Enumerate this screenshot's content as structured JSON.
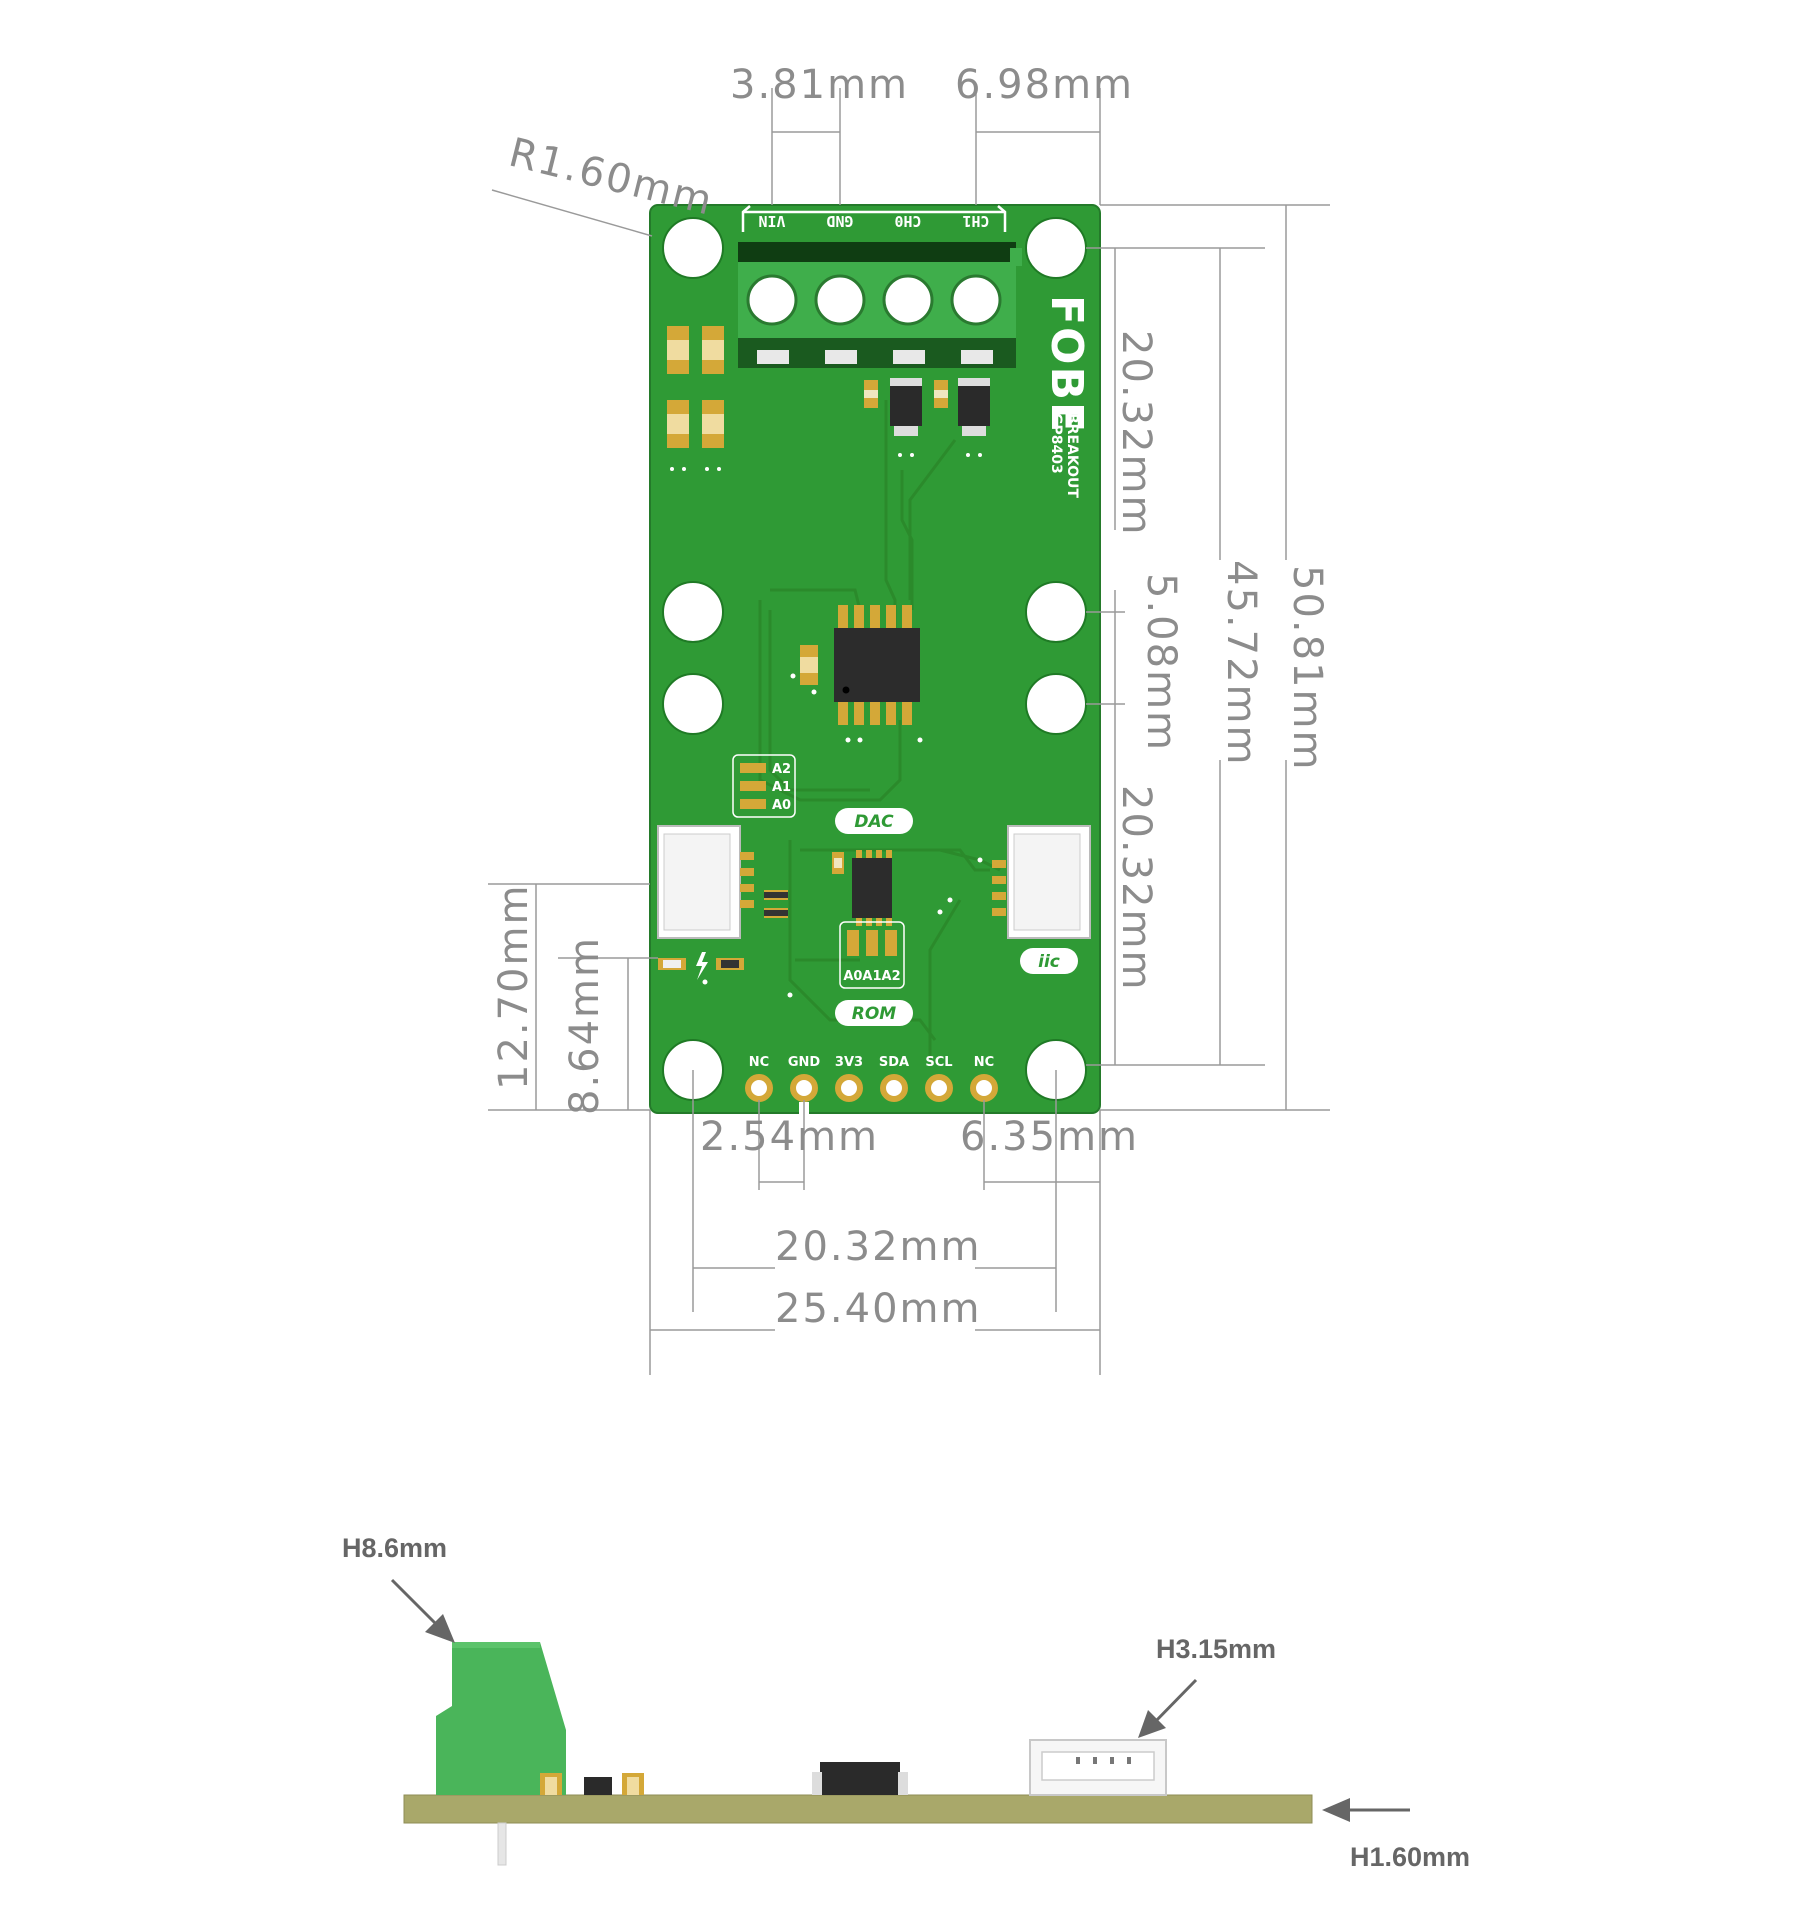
{
  "top_dimensions": [
    "3.81mm",
    "6.98mm"
  ],
  "corner_radius": "R1.60mm",
  "right_dimensions": [
    "20.32mm",
    "5.08mm",
    "20.32mm",
    "45.72mm",
    "50.81mm"
  ],
  "left_dimensions": [
    "12.70mm",
    "8.64mm"
  ],
  "bottom_dimensions": [
    "2.54mm",
    "6.35mm",
    "20.32mm",
    "25.40mm"
  ],
  "terminal_labels": [
    "VIN",
    "GND",
    "CH0",
    "CH1"
  ],
  "header_pins": [
    "NC",
    "GND",
    "3V3",
    "SDA",
    "SCL",
    "NC"
  ],
  "brand": {
    "logo": "FOBE",
    "line1": "BREAKOUT",
    "line2": "GP8403"
  },
  "address_pads": [
    "A2",
    "A1",
    "A0"
  ],
  "rom_address_label": "A0A1A2",
  "badges": [
    "DAC",
    "ROM",
    "iic"
  ],
  "side_view": {
    "heights": [
      "H8.6mm",
      "H3.15mm",
      "H1.60mm"
    ]
  },
  "colors": {
    "pcb": "#2f9a35",
    "pcb_edge": "#1f7a25",
    "terminal": "#3fae4b",
    "pad": "#d4a838",
    "side_pcb": "#a9a86a",
    "dim": "#8c8c8c"
  }
}
